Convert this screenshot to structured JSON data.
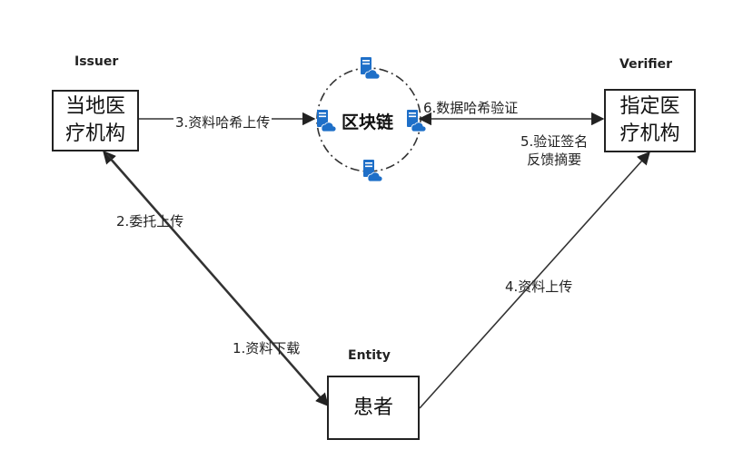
{
  "roles": {
    "issuer": "Issuer",
    "verifier": "Verifier",
    "entity": "Entity"
  },
  "nodes": {
    "issuer_box": [
      "当地医",
      "疗机构"
    ],
    "verifier_box": [
      "指定医",
      "疗机构"
    ],
    "entity_box": "患者",
    "blockchain": "区块链"
  },
  "edges": {
    "step1": "1.资料下载",
    "step2": "2.委托上传",
    "step3": "3.资料哈希上传",
    "step4": "4.资料上传",
    "step5": [
      "5.验证签名",
      "反馈摘要"
    ],
    "step6": "6.数据哈希验证"
  },
  "icons": {
    "server": "server-cloud-icon",
    "color": "#1e6fc8"
  }
}
